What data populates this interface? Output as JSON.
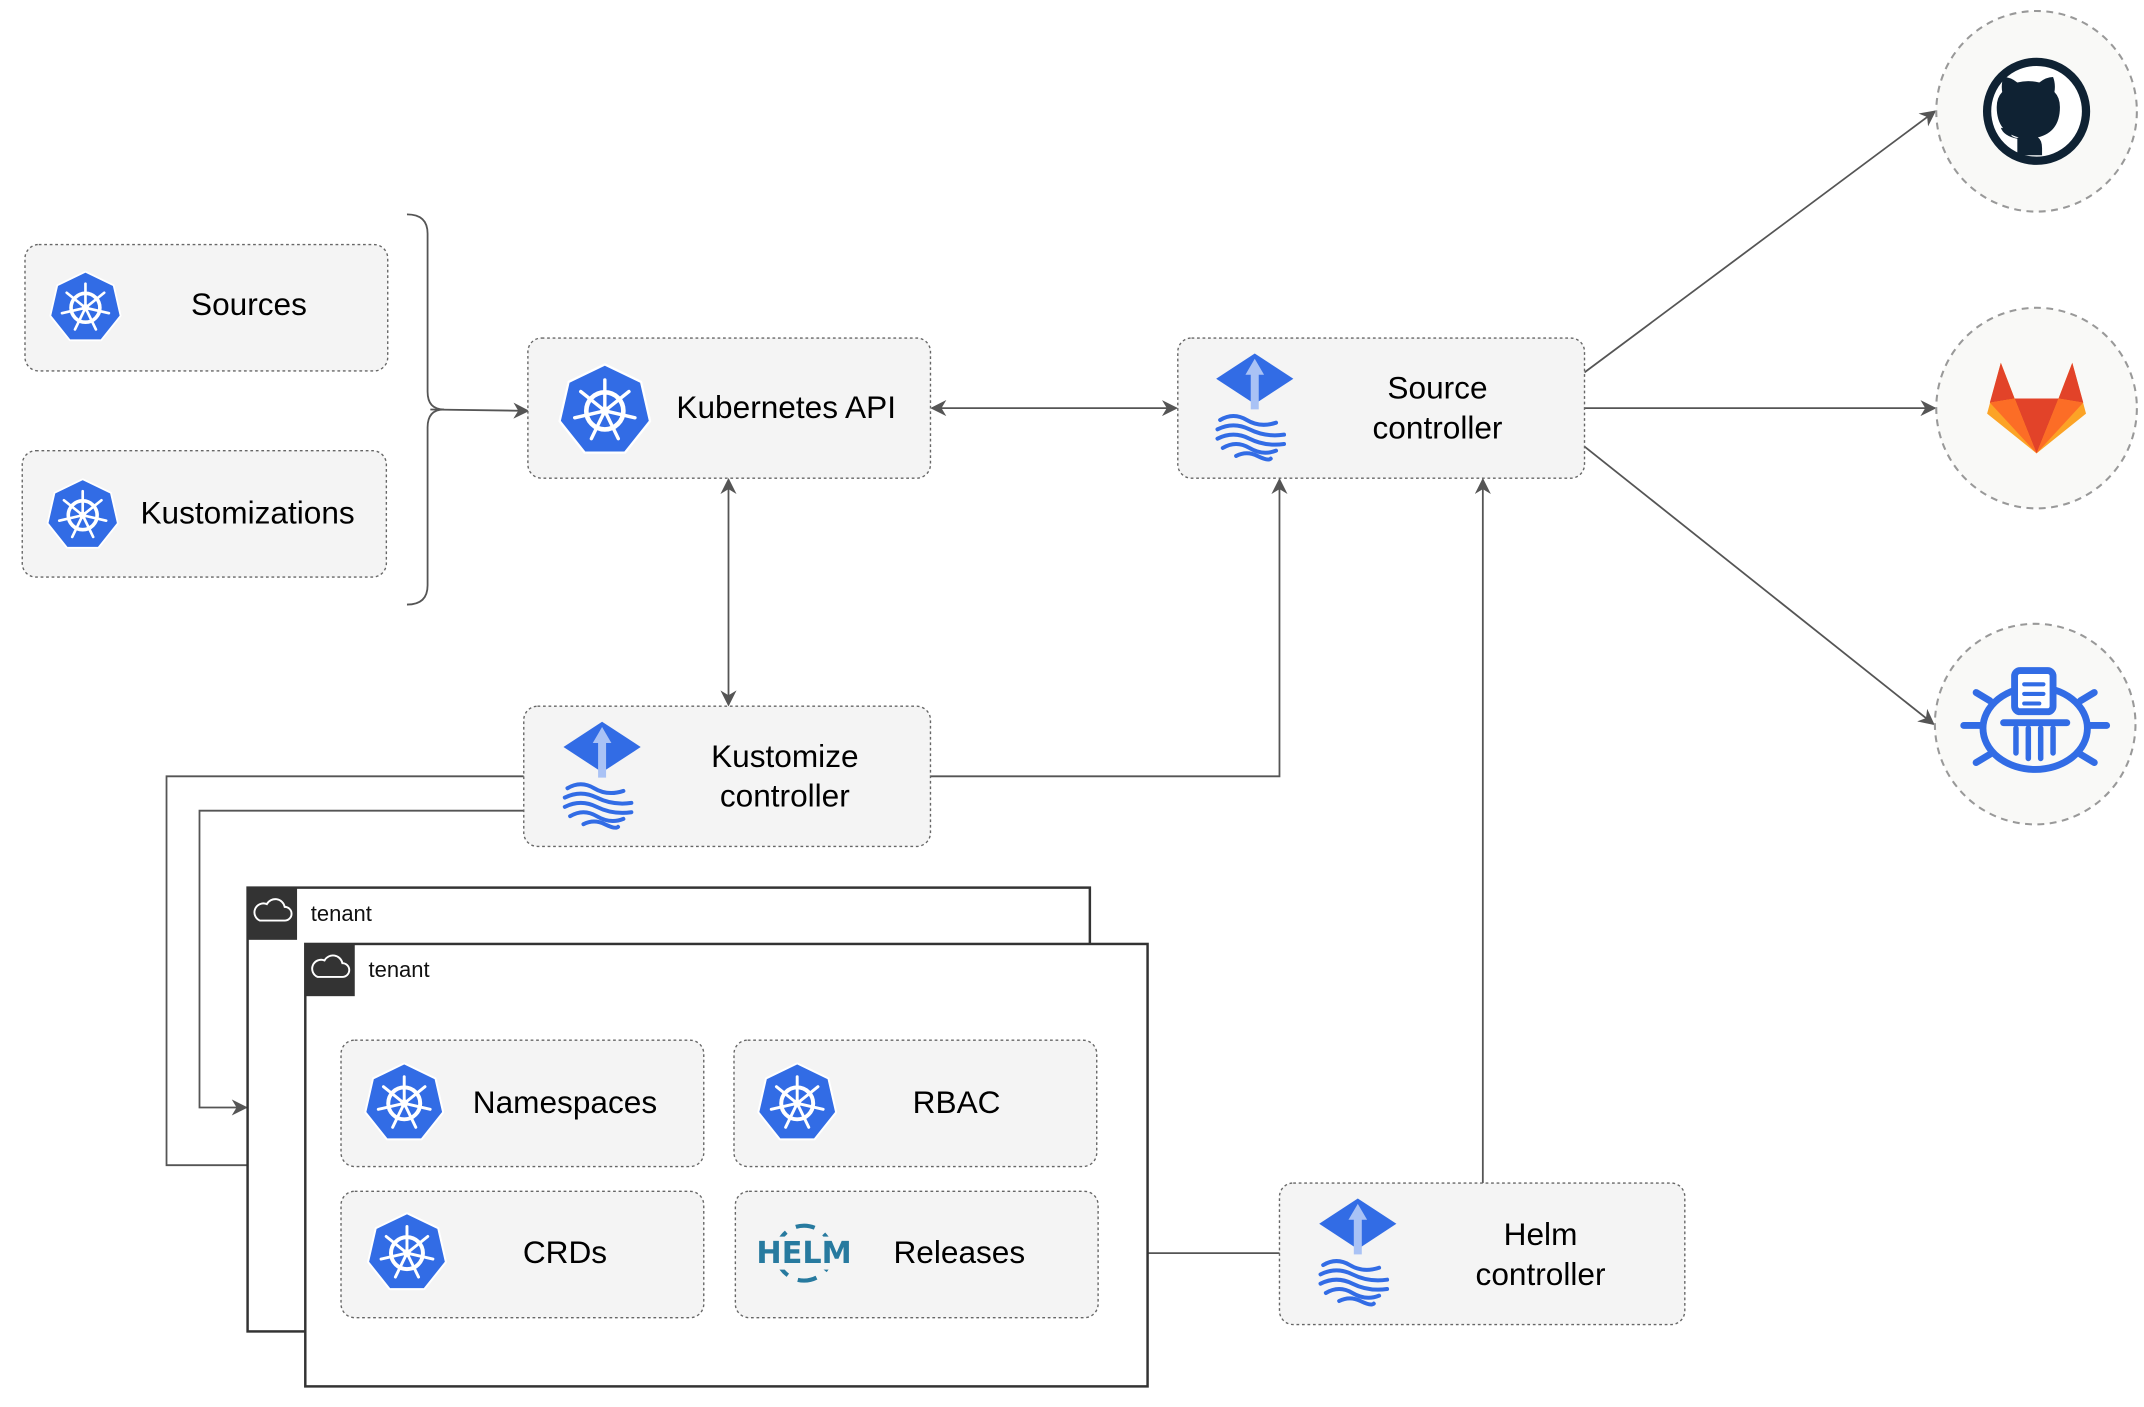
{
  "nodes": {
    "sources": "Sources",
    "kustomizations": "Kustomizations",
    "kubernetes_api": "Kubernetes API",
    "source_controller": [
      "Source",
      "controller"
    ],
    "kustomize_controller": [
      "Kustomize",
      "controller"
    ],
    "helm_controller": [
      "Helm",
      "controller"
    ],
    "namespaces": "Namespaces",
    "rbac": "RBAC",
    "crds": "CRDs",
    "releases": "Releases"
  },
  "tenants": [
    "tenant",
    "tenant"
  ],
  "icons": {
    "kubernetes": "kubernetes-icon",
    "flux": "flux-icon",
    "helm": "helm-icon",
    "github": "github-icon",
    "gitlab": "gitlab-icon",
    "bucket": "bucket-icon"
  },
  "helm_logo_text": "HELM",
  "colors": {
    "kubernetes_blue": "#326CE5",
    "helm_blue": "#277A9F",
    "gitlab_orange": "#E24329",
    "github_dark": "#0F2233"
  }
}
